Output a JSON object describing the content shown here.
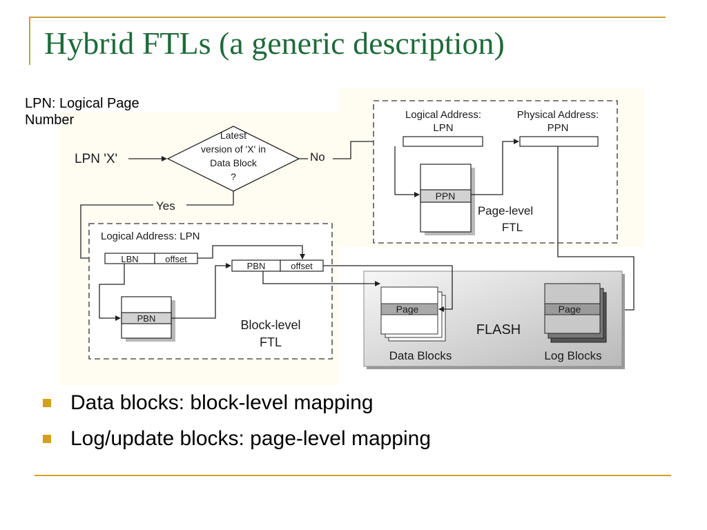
{
  "slide": {
    "title": "Hybrid FTLs (a generic description)",
    "note_line1": "LPN: Logical Page",
    "note_line2": "Number"
  },
  "diagram": {
    "input_label": "LPN 'X'",
    "decision": [
      "Latest",
      "version of 'X' in",
      "Data Block",
      "?"
    ],
    "no_label": "No",
    "yes_label": "Yes",
    "page_level": {
      "logical_header": [
        "Logical Address:",
        "LPN"
      ],
      "physical_header": [
        "Physical Address:",
        "PPN"
      ],
      "table_entry": "PPN",
      "name": [
        "Page-level",
        "FTL"
      ]
    },
    "block_level": {
      "logical_header": "Logical Address: LPN",
      "lbn": "LBN",
      "lbn_offset": "offset",
      "pbn": "PBN",
      "pbn_offset": "offset",
      "table_entry": "PBN",
      "name": [
        "Block-level",
        "FTL"
      ]
    },
    "flash": {
      "label": "FLASH",
      "data_page": "Page",
      "log_page": "Page",
      "data_blocks": "Data Blocks",
      "log_blocks": "Log Blocks"
    }
  },
  "bullets": [
    "Data blocks: block-level mapping",
    "Log/update blocks: page-level mapping"
  ],
  "colors": {
    "title": "#1e6b3a",
    "accent": "#d4a017"
  }
}
